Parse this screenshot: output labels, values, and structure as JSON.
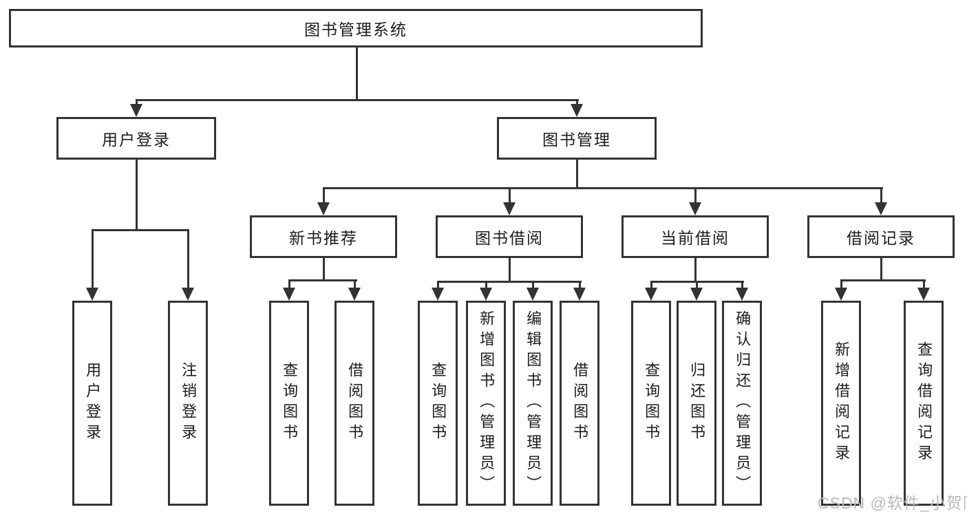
{
  "colors": {
    "line": "#333333",
    "text": "#1c1c1c",
    "watermark": "#b9b9b9",
    "background": "#ffffff"
  },
  "root": {
    "label": "图书管理系统"
  },
  "branches": [
    {
      "label": "用户登录",
      "children": [
        {
          "label": "用户登录"
        },
        {
          "label": "注销登录"
        }
      ]
    },
    {
      "label": "图书管理",
      "children": [
        {
          "label": "新书推荐",
          "children": [
            {
              "label": "查询图书"
            },
            {
              "label": "借阅图书"
            }
          ]
        },
        {
          "label": "图书借阅",
          "children": [
            {
              "label": "查询图书"
            },
            {
              "label": "新增图书（管理员）"
            },
            {
              "label": "编辑图书（管理员）"
            },
            {
              "label": "借阅图书"
            }
          ]
        },
        {
          "label": "当前借阅",
          "children": [
            {
              "label": "查询图书"
            },
            {
              "label": "归还图书"
            },
            {
              "label": "确认归还（管理员）"
            }
          ]
        },
        {
          "label": "借阅记录",
          "children": [
            {
              "label": "新增借阅记录"
            },
            {
              "label": "查询借阅记录"
            }
          ]
        }
      ]
    }
  ],
  "watermark": {
    "text": "CSDN @软件_小贺同学"
  }
}
